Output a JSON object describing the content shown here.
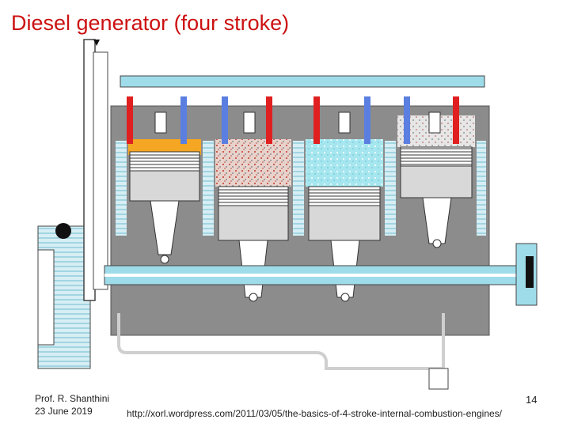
{
  "slide": {
    "title": "Diesel generator (four stroke)",
    "author": "Prof. R. Shanthini",
    "date": "23 June 2019",
    "page_number": "14",
    "source_url": "http://xorl.wordpress.com/2011/03/05/the-basics-of-4-stroke-internal-combustion-engines/"
  },
  "colors": {
    "title": "#cc1111",
    "engine_block": "#8c8c8c",
    "coolant": "#9fdcea",
    "intake_valve": "#5b7fe0",
    "exhaust_valve": "#e02020",
    "combustion": "#f5a623",
    "exhaust_gas": "#c9a89a",
    "intake_air": "#a6e6ef"
  },
  "illustration": {
    "icon": "four-cylinder-diesel-engine-diagram"
  }
}
